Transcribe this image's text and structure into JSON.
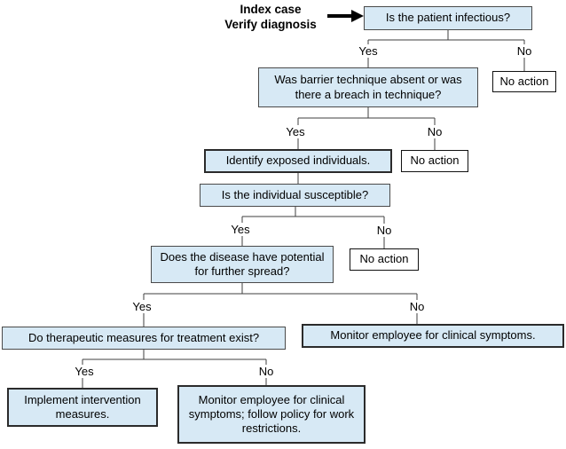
{
  "annotation": {
    "line1": "Index case",
    "line2": "Verify diagnosis"
  },
  "branch_labels": {
    "yes": "Yes",
    "no": "No"
  },
  "nodes": {
    "patient_infectious": "Is the patient infectious?",
    "barrier_technique": "Was barrier technique absent or was there a breach in technique?",
    "no_action": "No action",
    "identify_exposed": "Identify exposed individuals.",
    "individual_susceptible": "Is the individual susceptible?",
    "further_spread": "Does the disease have potential for further spread?",
    "therapeutic_measures": "Do therapeutic measures for treatment exist?",
    "monitor_symptoms": "Monitor employee for clinical symptoms.",
    "implement_intervention": "Implement intervention measures.",
    "monitor_symptoms_restrictions": "Monitor employee for clinical symptoms; follow policy for work restrictions."
  },
  "colors": {
    "page_bg": "#ffffff",
    "node_fill": "#d7e9f5",
    "node_border": "#4a4a4a",
    "heavy_border": "#2b2b2b",
    "line": "#3f3f3f",
    "arrow": "#000000"
  }
}
